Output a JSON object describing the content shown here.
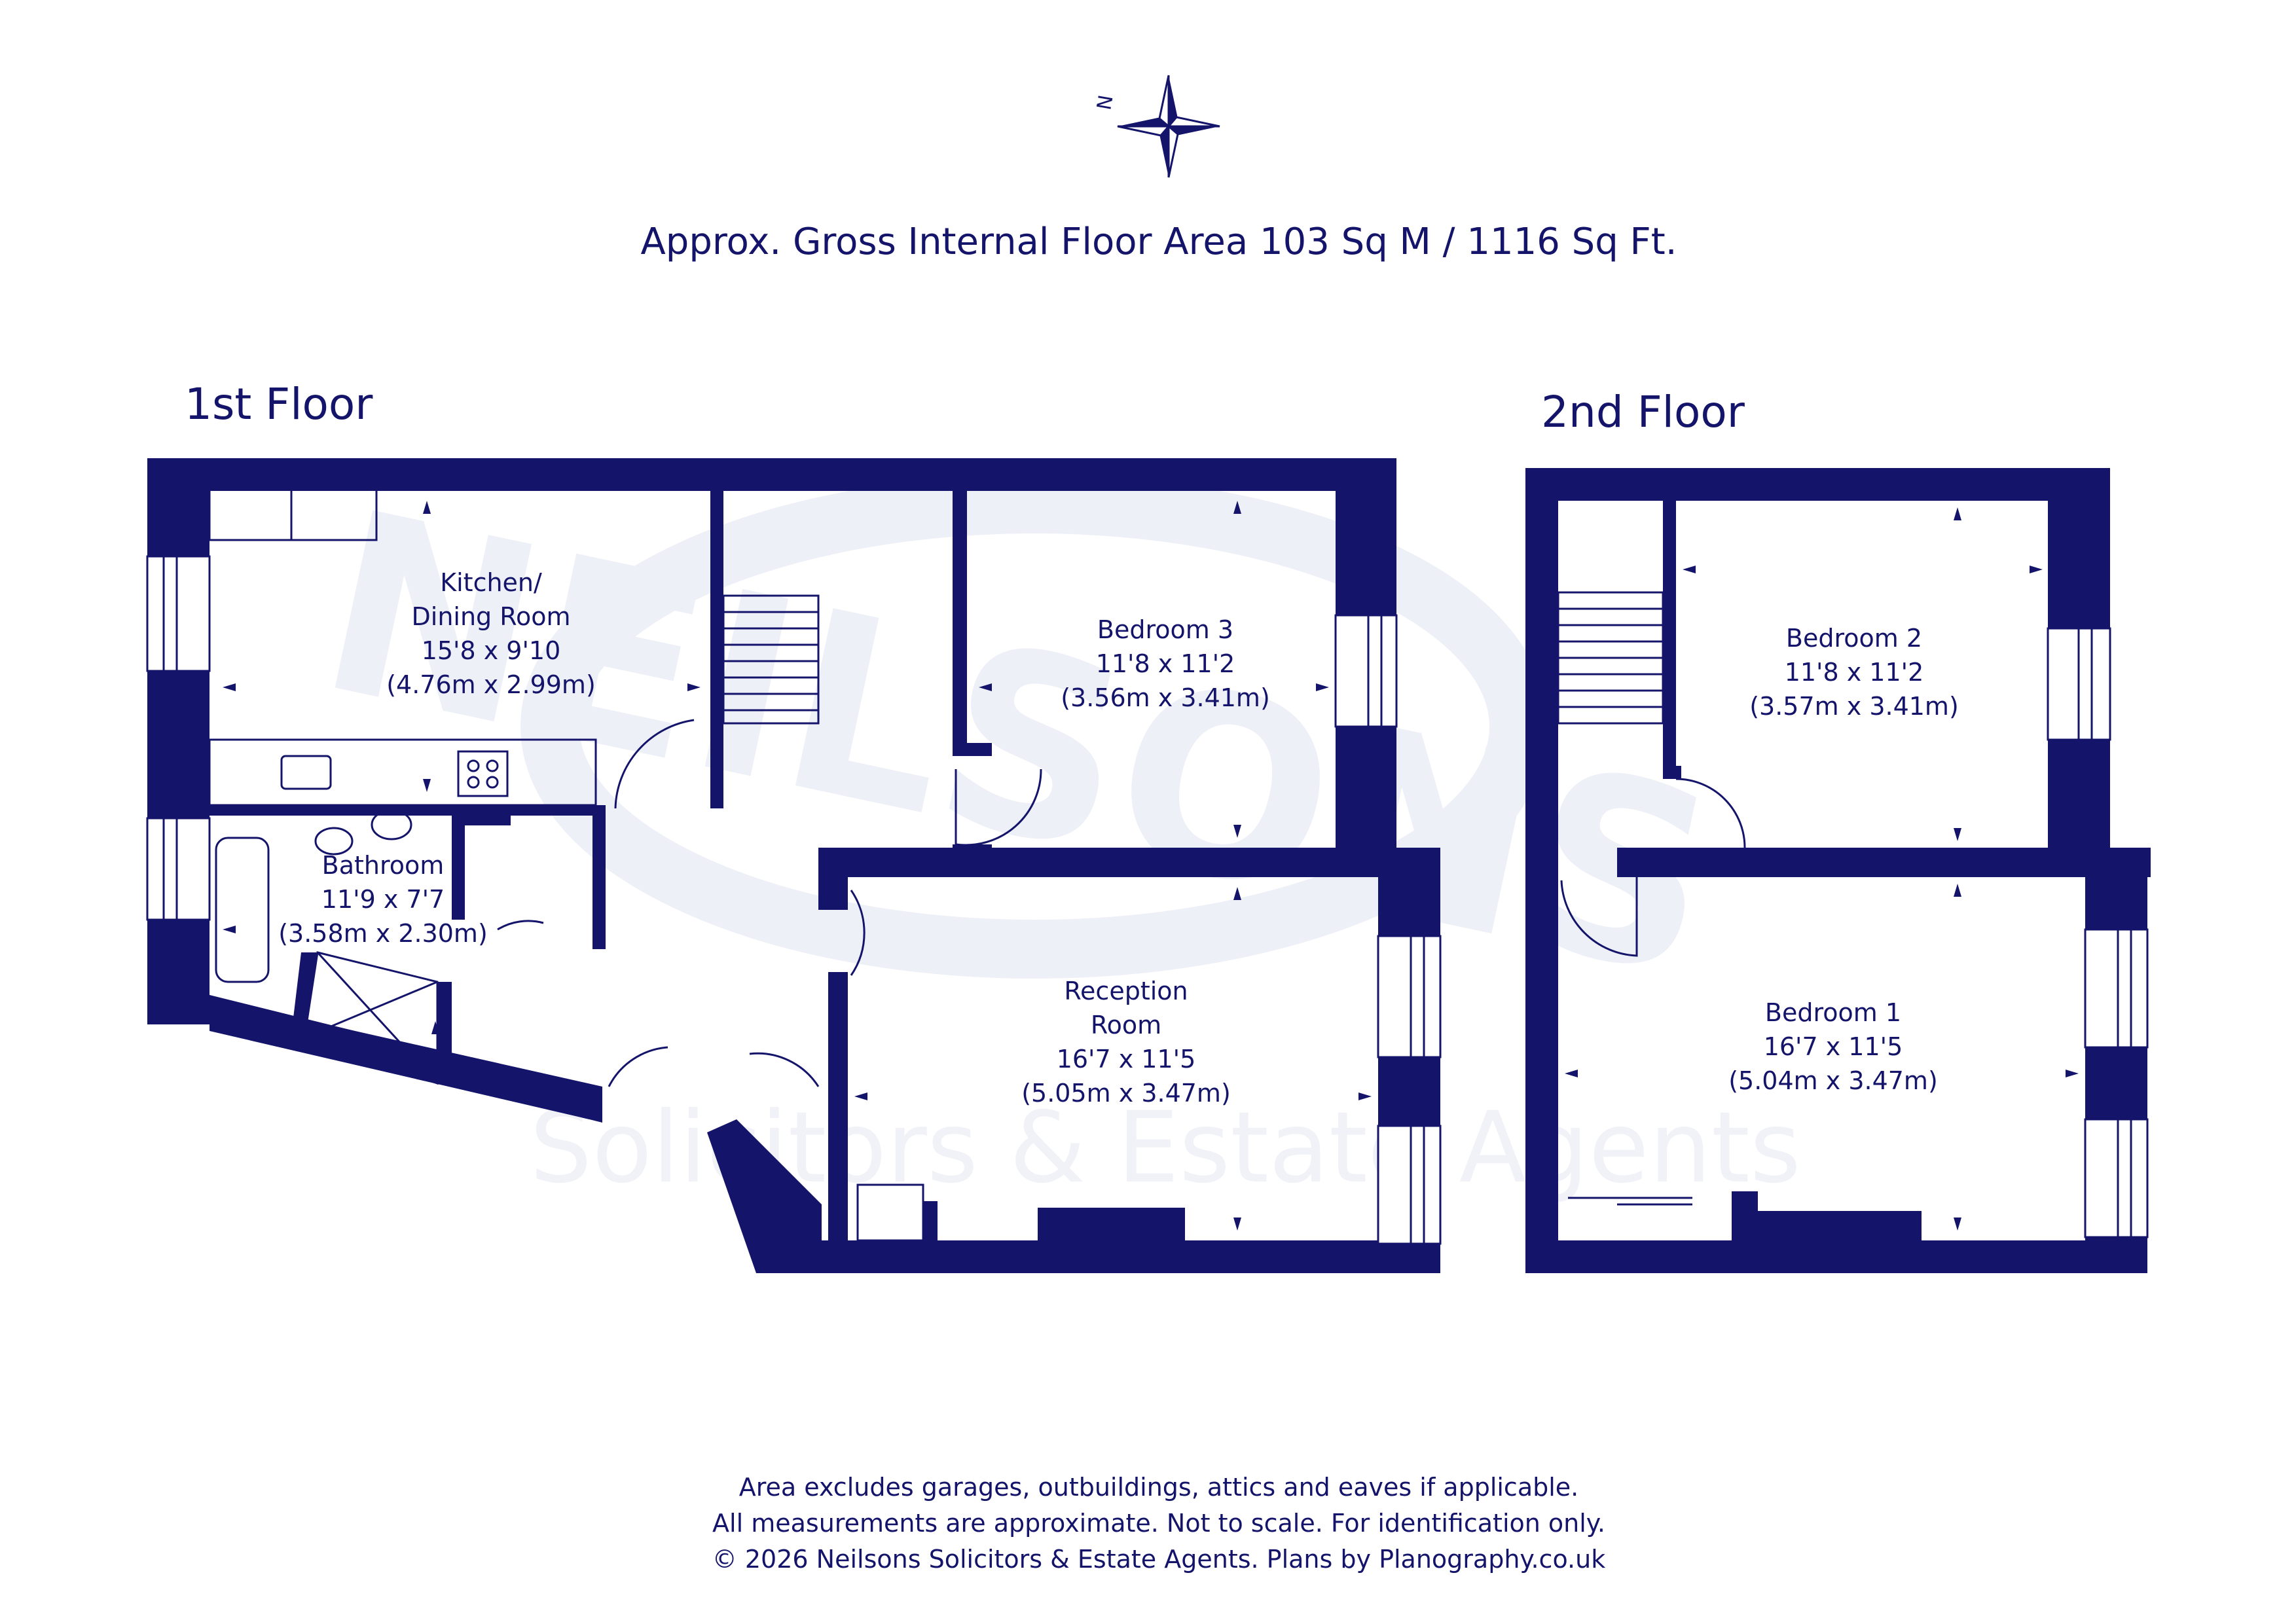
{
  "header": {
    "area_title": "Approx. Gross Internal Floor Area 103 Sq M / 1116 Sq Ft."
  },
  "compass": {
    "north_label": "N"
  },
  "floors": [
    {
      "name": "1st Floor",
      "rooms": [
        {
          "name": "Kitchen/",
          "name2": "Dining Room",
          "imperial": "15'8 x 9'10",
          "metric": "(4.76m x 2.99m)"
        },
        {
          "name": "Bedroom 3",
          "imperial": "11'8 x 11'2",
          "metric": "(3.56m x 3.41m)"
        },
        {
          "name": "Bathroom",
          "imperial": "11'9 x 7'7",
          "metric": "(3.58m x 2.30m)"
        },
        {
          "name": "Reception",
          "name2": "Room",
          "imperial": "16'7 x 11'5",
          "metric": "(5.05m x 3.47m)"
        }
      ]
    },
    {
      "name": "2nd Floor",
      "rooms": [
        {
          "name": "Bedroom 2",
          "imperial": "11'8 x 11'2",
          "metric": "(3.57m x 3.41m)"
        },
        {
          "name": "Bedroom 1",
          "imperial": "16'7 x 11'5",
          "metric": "(5.04m x 3.47m)"
        }
      ]
    }
  ],
  "watermark": {
    "brand": "NEILSONS",
    "tagline": "Solicitors & Estate Agents"
  },
  "footer": {
    "line1": "Area excludes garages, outbuildings, attics and eaves if applicable.",
    "line2": "All measurements are approximate. Not to scale. For identification only.",
    "line3": "© 2026 Neilsons Solicitors & Estate Agents. Plans by Planography.co.uk"
  },
  "colors": {
    "ink": "#14146b",
    "watermark": "#eef0f8",
    "background": "#ffffff"
  }
}
